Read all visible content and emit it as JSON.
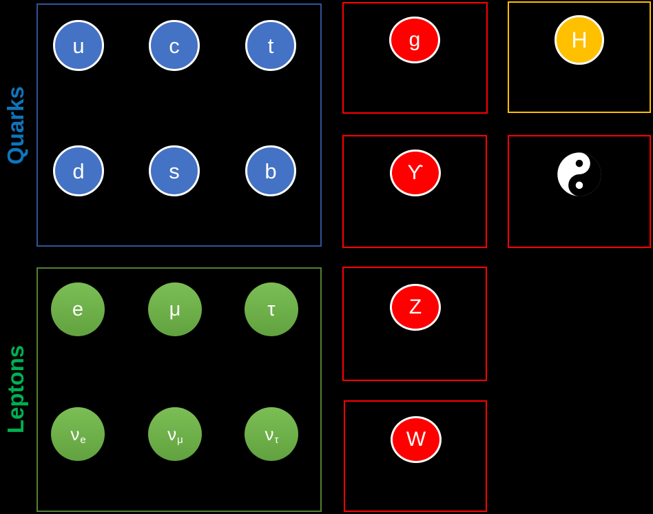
{
  "colors": {
    "background": "#000000",
    "quark_fill": "#4472C4",
    "quark_box_border": "#2F5597",
    "quarks_label": "#0F75BC",
    "lepton_fill_top": "#7CBE55",
    "lepton_fill_bottom": "#61A23F",
    "lepton_box_border": "#538135",
    "leptons_label": "#00B050",
    "boson_fill": "#FF0000",
    "boson_box_border": "#FF0000",
    "higgs_fill": "#FFC000",
    "higgs_box_border": "#FFC000",
    "ring": "#FFFFFF",
    "circle_text": "#FFFFFF"
  },
  "quarks": {
    "label": "Quarks",
    "particles": [
      {
        "symbol": "u"
      },
      {
        "symbol": "c"
      },
      {
        "symbol": "t"
      },
      {
        "symbol": "d"
      },
      {
        "symbol": "s"
      },
      {
        "symbol": "b"
      }
    ]
  },
  "leptons": {
    "label": "Leptons",
    "particles": [
      {
        "symbol": "e"
      },
      {
        "symbol": "μ"
      },
      {
        "symbol": "τ"
      },
      {
        "symbol": "ν",
        "subscript": "e"
      },
      {
        "symbol": "ν",
        "subscript": "μ"
      },
      {
        "symbol": "ν",
        "subscript": "τ"
      }
    ]
  },
  "bosons": {
    "particles": [
      {
        "symbol": "g"
      },
      {
        "symbol": "ϒ"
      },
      {
        "symbol": "Z"
      },
      {
        "symbol": "W"
      }
    ]
  },
  "higgs": {
    "symbol": "H"
  },
  "icons": {
    "yin_yang": "yin-yang-icon"
  }
}
